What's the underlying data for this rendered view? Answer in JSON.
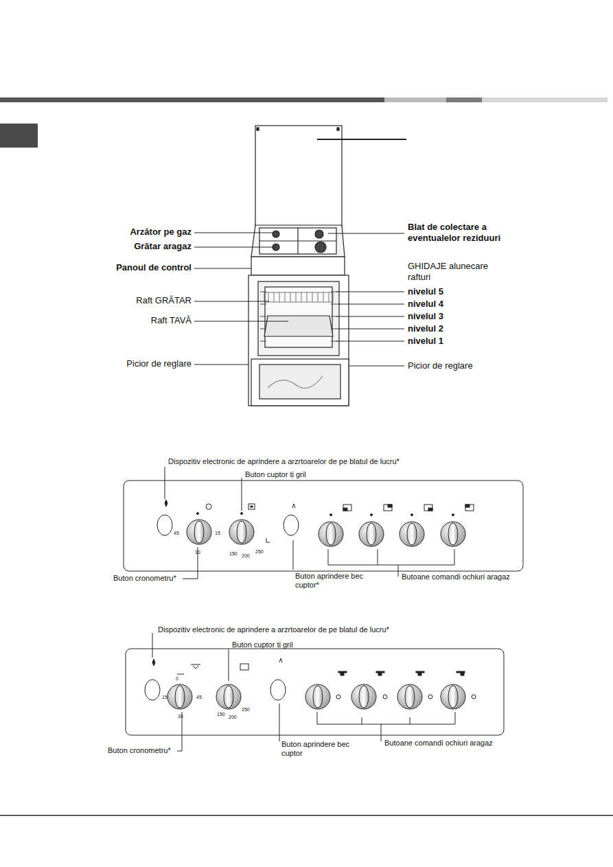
{
  "diagram": {
    "labels": [
      "Arzător pe gaz",
      "Grătar aragaz",
      "Panoul de control",
      "Raft GRĂTAR",
      "Raft TAVĂ",
      "Picior de reglare",
      "Blat de colectare a eventualelor reziduuri",
      "GHIDAJE alunecare rafturi",
      "nivelul 5",
      "nivelul 4",
      "nivelul 3",
      "nivelul 2",
      "nivelul 1",
      "Picior de reglare",
      "Dispozitiv electronic de aprindere a arzrtoarelor de pe blatul de lucru*",
      "Buton cuptor ti gril",
      "45",
      "15",
      "30",
      "150",
      "200",
      "250",
      "Buton cronometru*",
      "Buton aprindere bec cuptor*",
      "Butoane comandi ochiuri aragaz",
      "Dispozitiv electronic de aprindere a arzrtoarelor de pe blatul de lucru*",
      "Buton cuptor ti gril",
      "0",
      "15",
      "45",
      "30",
      "150",
      "200",
      "250",
      "Buton cronometru*",
      "Buton aprindere bec cuptor",
      "Butoane comandi ochiuri aragaz"
    ]
  }
}
